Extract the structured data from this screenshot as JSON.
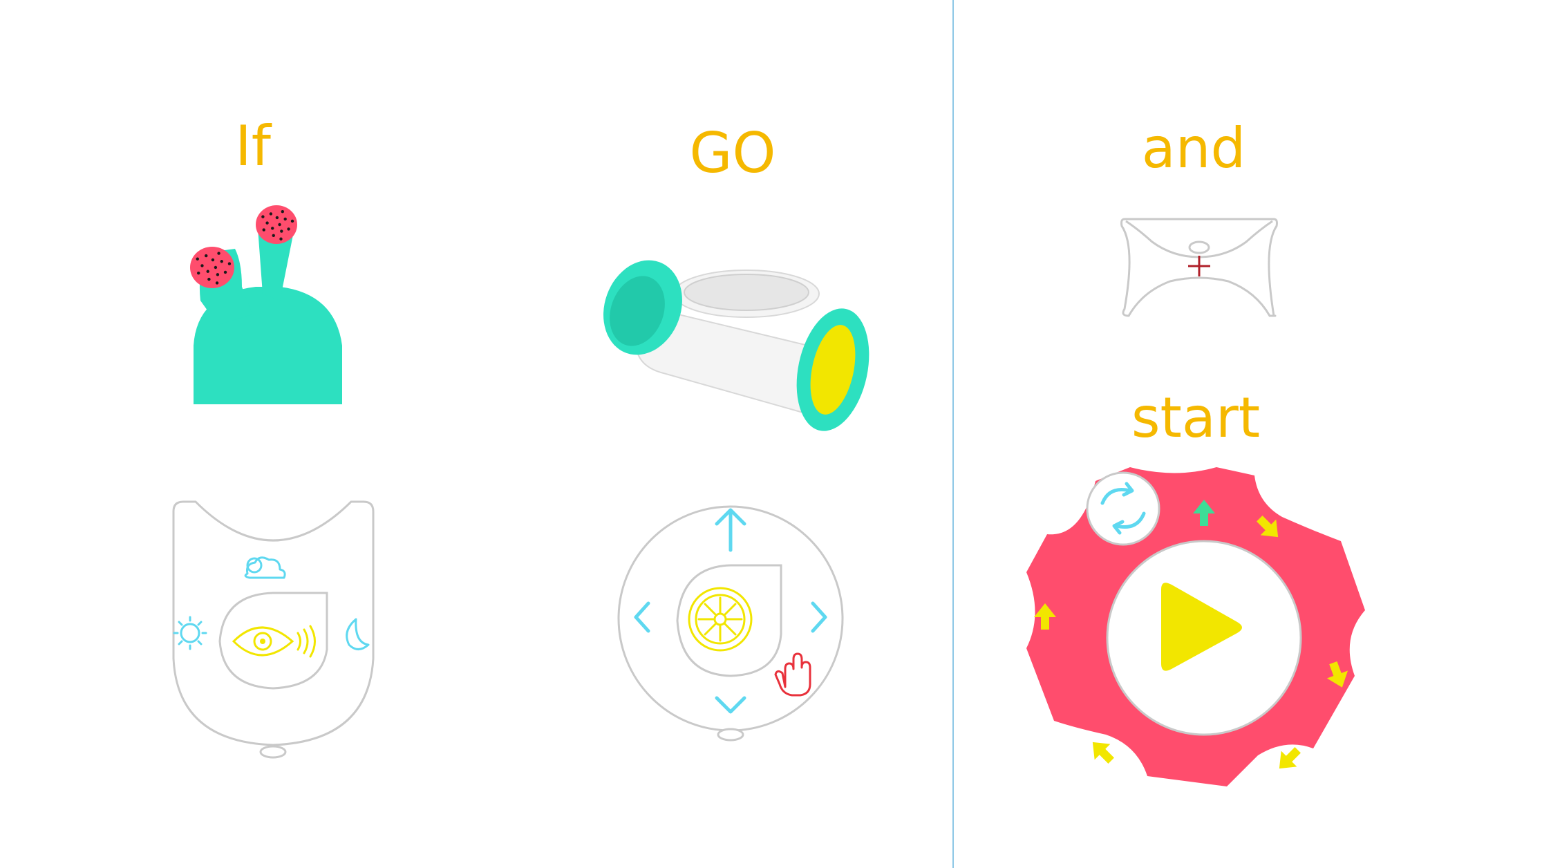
{
  "labels": {
    "if": "If",
    "go": "GO",
    "and": "and",
    "start": "start"
  },
  "colors": {
    "label": "#f5b800",
    "divider": "#8ec8e6",
    "teal": "#2de0c0",
    "pink": "#ff4d6d",
    "yellow": "#f2e600",
    "cyan": "#5ed8f0",
    "green": "#3ddc97",
    "red": "#e8323c",
    "shell": "#ffffff",
    "outline": "#c9c9c9"
  },
  "icons": {
    "if_sensor": "bunny-ear-sensor-icon",
    "if_panel": [
      "cloud-sun-icon",
      "sun-icon",
      "eye-icon",
      "moon-icon"
    ],
    "go_wheels": "wheel-axle-icon",
    "go_panel": [
      "arrow-up-icon",
      "arrow-left-icon",
      "arrow-right-icon",
      "arrow-down-icon",
      "wheel-icon",
      "hand-stop-icon"
    ],
    "and_connector": "plus-connector-icon",
    "start_dial": [
      "play-icon",
      "repeat-icon",
      "arrow-icon"
    ]
  }
}
